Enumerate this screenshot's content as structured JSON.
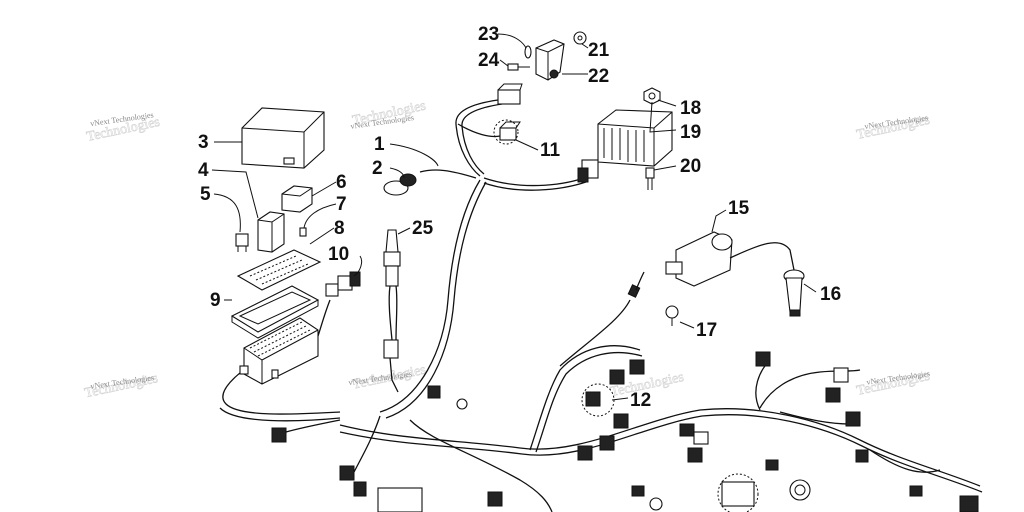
{
  "watermark": {
    "text": "vNext Technologies"
  },
  "callouts": [
    "1",
    "2",
    "3",
    "4",
    "5",
    "6",
    "7",
    "8",
    "9",
    "10",
    "11",
    "12",
    "15",
    "16",
    "17",
    "18",
    "19",
    "20",
    "21",
    "22",
    "23",
    "24",
    "25"
  ]
}
